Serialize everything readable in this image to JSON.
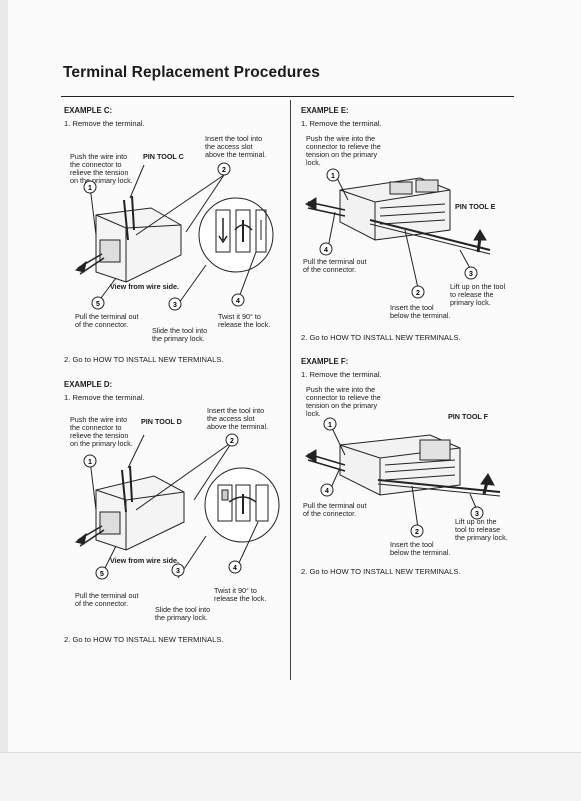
{
  "page": {
    "title": "Terminal Replacement Procedures"
  },
  "example_c": {
    "heading": "EXAMPLE C:",
    "step1": "1.   Remove the terminal.",
    "push_note": [
      "Push the wire into",
      "the connector to",
      "relieve the tension",
      "on the primary lock."
    ],
    "tool_label": "PIN TOOL C",
    "insert_note": [
      "Insert the tool into",
      "the access slot",
      "above the terminal."
    ],
    "view_label": "View from wire side.",
    "pull_note": [
      "Pull the terminal out",
      "of the connector."
    ],
    "slide_note": [
      "Slide the tool into",
      "the primary lock."
    ],
    "twist_note": [
      "Twist it 90° to",
      "release the lock."
    ],
    "step2": "2.   Go to HOW TO INSTALL NEW TERMINALS.",
    "callouts": [
      "1",
      "2",
      "3",
      "4",
      "5"
    ]
  },
  "example_d": {
    "heading": "EXAMPLE D:",
    "step1": "1.   Remove the terminal.",
    "push_note": [
      "Push the wire into",
      "the connector to",
      "relieve the tension",
      "on the primary lock."
    ],
    "tool_label": "PIN TOOL D",
    "insert_note": [
      "Insert the tool into",
      "the access slot",
      "above the terminal."
    ],
    "view_label": "View from wire side.",
    "pull_note": [
      "Pull the terminal out",
      "of the connector."
    ],
    "slide_note": [
      "Slide the tool into",
      "the primary lock."
    ],
    "twist_note": [
      "Twist it 90° to",
      "release the lock."
    ],
    "step2": "2.   Go to HOW TO INSTALL NEW TERMINALS.",
    "callouts": [
      "1",
      "2",
      "3",
      "4",
      "5"
    ]
  },
  "example_e": {
    "heading": "EXAMPLE E:",
    "step1": "1.   Remove the terminal.",
    "push_note": [
      "Push the wire into the",
      "connector to relieve the",
      "tension on the primary",
      "lock."
    ],
    "tool_label": "PIN TOOL E",
    "pull_note": [
      "Pull the terminal out",
      "of the connector."
    ],
    "insert_note": [
      "Insert the tool",
      "below the terminal."
    ],
    "lift_note": [
      "Lift up on the tool",
      "to release the",
      "primary lock."
    ],
    "step2": "2.   Go to HOW TO INSTALL NEW TERMINALS.",
    "callouts": [
      "1",
      "2",
      "3",
      "4"
    ]
  },
  "example_f": {
    "heading": "EXAMPLE F:",
    "step1": "1.   Remove the terminal.",
    "push_note": [
      "Push the wire into the",
      "connector to relieve the",
      "tension on the primary",
      "lock."
    ],
    "tool_label": "PIN TOOL F",
    "pull_note": [
      "Pull the terminal out",
      "of the connector."
    ],
    "insert_note": [
      "Insert the tool",
      "below the terminal."
    ],
    "lift_note": [
      "Lift up on the",
      "tool to release",
      "the primary lock."
    ],
    "step2": "2.   Go to HOW TO INSTALL NEW TERMINALS.",
    "callouts": [
      "1",
      "2",
      "3",
      "4"
    ]
  }
}
